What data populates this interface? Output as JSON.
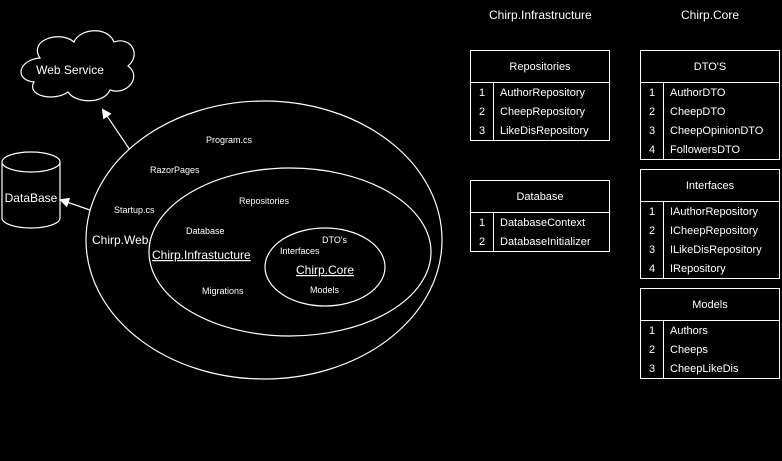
{
  "diagram": {
    "web_service": "Web Service",
    "database_node": "DataBase",
    "web_layer": {
      "name": "Chirp.Web",
      "items": [
        "Program.cs",
        "RazorPages",
        "Startup.cs"
      ]
    },
    "infrastructure_layer": {
      "name": "Chirp.Infrastucture",
      "items": [
        "Repositories",
        "Database",
        "Migrations"
      ]
    },
    "core_layer": {
      "name": "Chirp.Core",
      "items": [
        "Interfaces",
        "DTO's",
        "Models"
      ]
    }
  },
  "columns": {
    "infrastructure": {
      "title": "Chirp.Infrastructure",
      "tables": [
        {
          "title": "Repositories",
          "rows": [
            {
              "num": "1",
              "label": "AuthorRepository"
            },
            {
              "num": "2",
              "label": "CheepRepository"
            },
            {
              "num": "3",
              "label": "LikeDisRepository"
            }
          ]
        },
        {
          "title": "Database",
          "rows": [
            {
              "num": "1",
              "label": "DatabaseContext"
            },
            {
              "num": "2",
              "label": "DatabaseInitializer"
            }
          ]
        }
      ]
    },
    "core": {
      "title": "Chirp.Core",
      "tables": [
        {
          "title": "DTO'S",
          "rows": [
            {
              "num": "1",
              "label": "AuthorDTO"
            },
            {
              "num": "2",
              "label": "CheepDTO"
            },
            {
              "num": "3",
              "label": "CheepOpinionDTO"
            },
            {
              "num": "4",
              "label": "FollowersDTO"
            }
          ]
        },
        {
          "title": "Interfaces",
          "rows": [
            {
              "num": "1",
              "label": "IAuthorRepository"
            },
            {
              "num": "2",
              "label": "ICheepRepository"
            },
            {
              "num": "3",
              "label": "ILikeDisRepository"
            },
            {
              "num": "4",
              "label": "IRepository"
            }
          ]
        },
        {
          "title": "Models",
          "rows": [
            {
              "num": "1",
              "label": "Authors"
            },
            {
              "num": "2",
              "label": "Cheeps"
            },
            {
              "num": "3",
              "label": "CheepLikeDis"
            }
          ]
        }
      ]
    }
  }
}
